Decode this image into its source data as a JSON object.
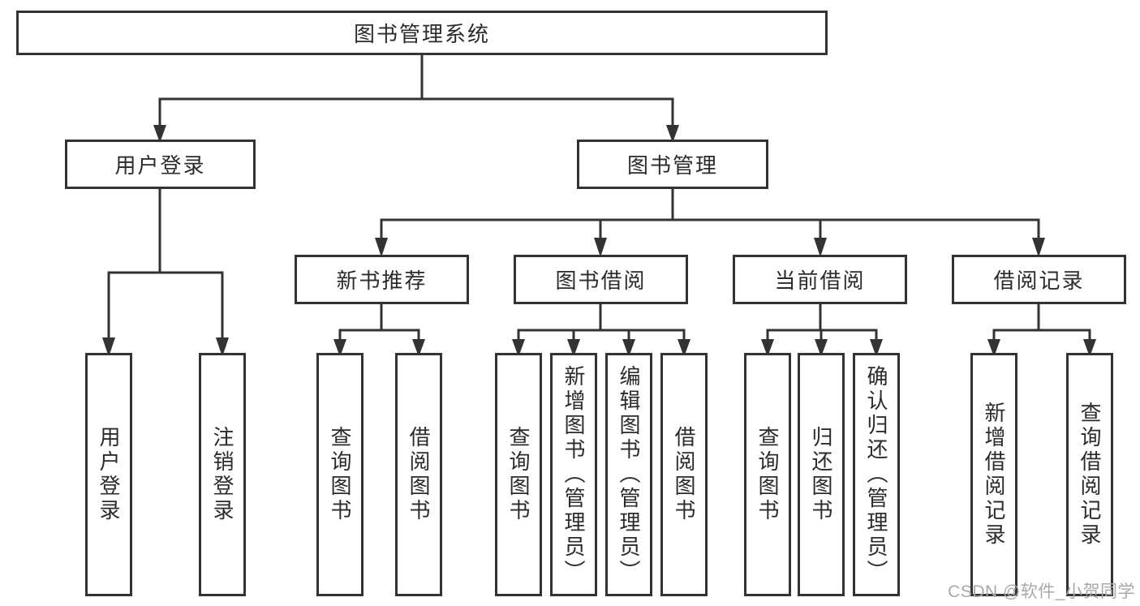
{
  "diagram": {
    "root": {
      "label": "图书管理系统"
    },
    "branches": [
      {
        "label": "用户登录",
        "leaves": [
          {
            "label": "用户登录"
          },
          {
            "label": "注销登录"
          }
        ]
      },
      {
        "label": "图书管理",
        "groups": [
          {
            "label": "新书推荐",
            "leaves": [
              {
                "label": "查询图书"
              },
              {
                "label": "借阅图书"
              }
            ]
          },
          {
            "label": "图书借阅",
            "leaves": [
              {
                "label": "查询图书"
              },
              {
                "label": "新增图书（管理员）"
              },
              {
                "label": "编辑图书（管理员）"
              },
              {
                "label": "借阅图书"
              }
            ]
          },
          {
            "label": "当前借阅",
            "leaves": [
              {
                "label": "查询图书"
              },
              {
                "label": "归还图书"
              },
              {
                "label": "确认归还（管理员）"
              }
            ]
          },
          {
            "label": "借阅记录",
            "leaves": [
              {
                "label": "新增借阅记录"
              },
              {
                "label": "查询借阅记录"
              }
            ]
          }
        ]
      }
    ]
  },
  "watermark": {
    "text": "CSDN @软件_小贺同学"
  },
  "colors": {
    "line": "#333333",
    "text": "#2b2b2b",
    "background": "#ffffff",
    "watermark": "#a8a8a8"
  }
}
